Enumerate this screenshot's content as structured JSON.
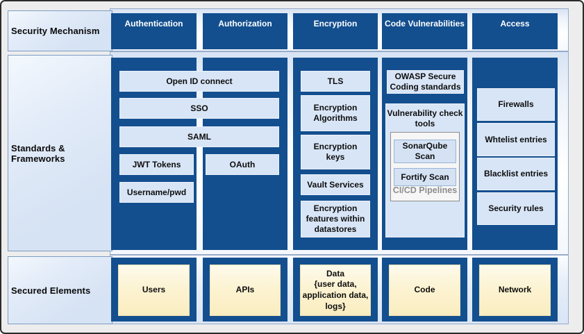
{
  "labels": {
    "security_mechanism": "Security Mechanism",
    "standards_frameworks": "Standards & Frameworks",
    "secured_elements": "Secured Elements"
  },
  "headers": {
    "authentication": "Authentication",
    "authorization": "Authorization",
    "encryption": "Encryption",
    "code_vulnerabilities": "Code Vulnerabilities",
    "access": "Access"
  },
  "standards": {
    "open_id": "Open ID connect",
    "sso": "SSO",
    "saml": "SAML",
    "jwt": "JWT Tokens",
    "oauth": "OAuth",
    "user_pwd": "Username/pwd",
    "tls": "TLS",
    "enc_algorithms": "Encryption Algorithms",
    "enc_keys": "Encryption keys",
    "vault": "Vault Services",
    "enc_features": "Encryption features within datastores",
    "owasp": "OWASP Secure\nCoding standards",
    "vuln_tools": "Vulnerability check\ntools",
    "sonarqube": "SonarQube Scan",
    "fortify": "Fortify Scan",
    "cicd": "CI/CD Pipelines",
    "firewalls": "Firewalls",
    "whitelist": "Whtelist entries",
    "blacklist": "Blacklist entries",
    "security_rules": "Security rules"
  },
  "secured": {
    "users": "Users",
    "apis": "APIs",
    "data": "Data\n{user data,\napplication data,\nlogs}",
    "code": "Code",
    "network": "Network"
  },
  "colors": {
    "dark_blue": "#134F8F",
    "light_blue": "#D8E5F6",
    "cream": "#FBF0C9",
    "panel_blue": "#D7E3F4"
  }
}
